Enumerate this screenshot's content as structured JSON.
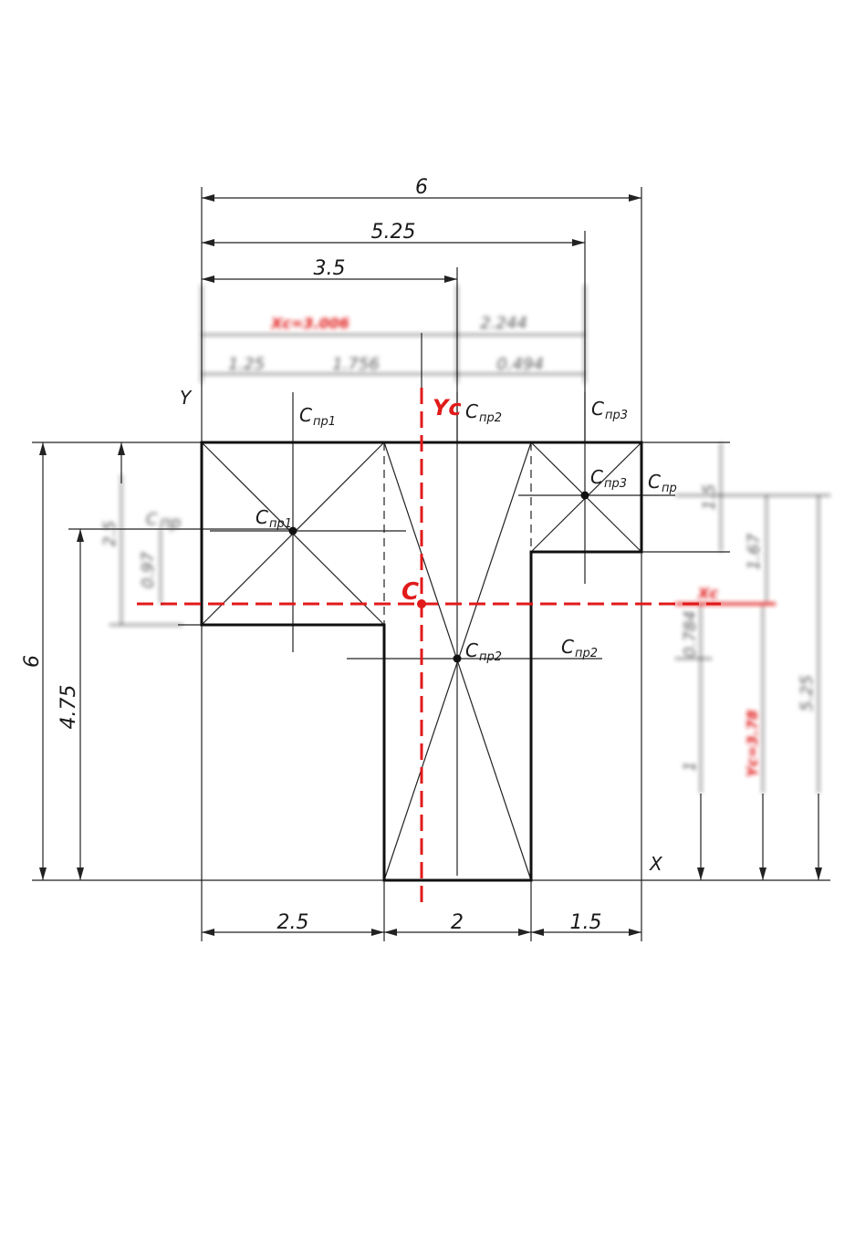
{
  "dimensions": {
    "top_width_total": "6",
    "top_width_525": "5.25",
    "top_width_35": "3.5",
    "xc_value": "Xc=3.006",
    "gap_2244": "2.244",
    "seg_125": "1.25",
    "seg_1756": "1.756",
    "seg_0494": "0.494",
    "bottom_25": "2.5",
    "bottom_2": "2",
    "bottom_15": "1.5",
    "left_6": "6",
    "left_475": "4.75",
    "left_25": "2.5",
    "left_097": "0.97",
    "right_15": "1.5",
    "right_167": "1.67",
    "right_0784": "0.784",
    "right_1": "1",
    "yc_value": "Yc=3.78",
    "right_525": "5.25"
  },
  "labels": {
    "axis_y": "Y",
    "axis_x": "X",
    "axis_yc": "Yc",
    "axis_xc": "Xc",
    "centroid": "C",
    "c_letter": "C",
    "np1": "пр1",
    "np2": "пр2",
    "np3": "пр3",
    "np_trunc": "пр",
    "np1_short": "пр"
  },
  "colors": {
    "outline": "#111111",
    "centroid_axes": "#e11a1a"
  }
}
